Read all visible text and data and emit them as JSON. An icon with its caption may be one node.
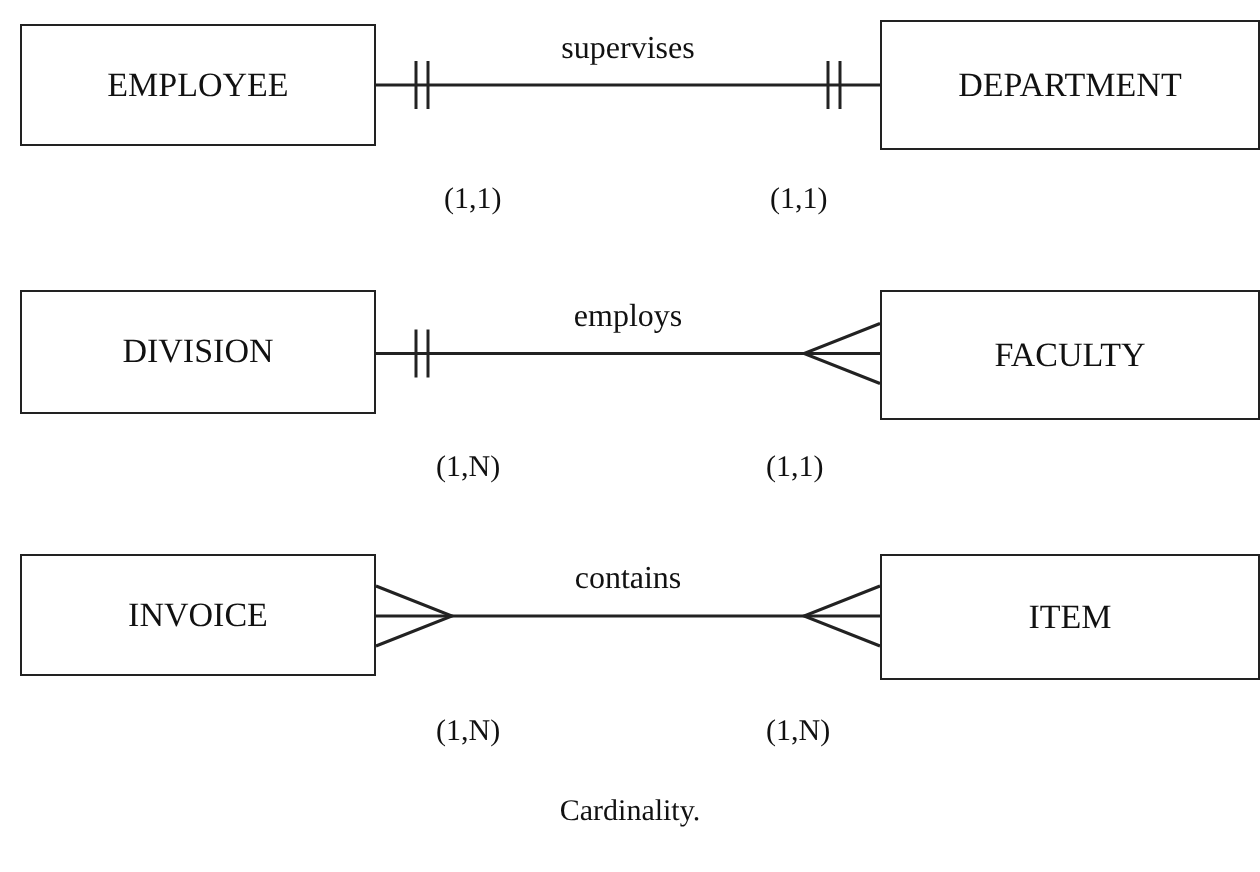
{
  "diagram": {
    "caption": "Cardinality.",
    "nodes": [
      {
        "text": [
          "EMPLOYEE"
        ]
      },
      {
        "text": [
          "DEPARTMENT"
        ]
      },
      {
        "text": [
          "DIVISION"
        ]
      },
      {
        "text": [
          "FACULTY"
        ]
      },
      {
        "text": [
          "INVOICE"
        ]
      },
      {
        "text": [
          "ITEM"
        ]
      }
    ],
    "edges": [
      {
        "from": 0,
        "to": 1,
        "arrow": "other",
        "label": "supervises"
      },
      {
        "from": 2,
        "to": 3,
        "arrow": "other",
        "label": "employs"
      },
      {
        "from": 4,
        "to": 5,
        "arrow": "other",
        "label": "contains"
      }
    ],
    "labels": [
      "(1,1)",
      "(1,1)",
      "(1,N)",
      "(1,1)",
      "(1,N)",
      "(1,N)"
    ]
  }
}
